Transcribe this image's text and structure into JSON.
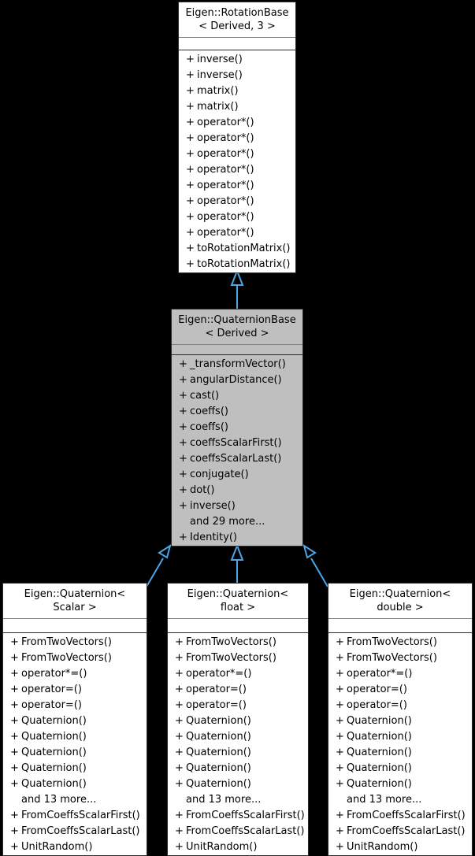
{
  "diagram": {
    "type": "uml-class-inheritance",
    "background_color": "#000000",
    "edge_color": "#4ba6e8",
    "shaded_fill": "#bfbfbf",
    "plain_fill": "#ffffff",
    "border_color": "#2b2b2b"
  },
  "classes": {
    "rotation_base": {
      "title": "Eigen::RotationBase\n< Derived, 3 >",
      "title_line1": "Eigen::RotationBase",
      "title_line2": "< Derived, 3 >",
      "highlighted": false,
      "attributes": [],
      "methods": [
        {
          "vis": "+",
          "name": "inverse()"
        },
        {
          "vis": "+",
          "name": "inverse()"
        },
        {
          "vis": "+",
          "name": "matrix()"
        },
        {
          "vis": "+",
          "name": "matrix()"
        },
        {
          "vis": "+",
          "name": "operator*()"
        },
        {
          "vis": "+",
          "name": "operator*()"
        },
        {
          "vis": "+",
          "name": "operator*()"
        },
        {
          "vis": "+",
          "name": "operator*()"
        },
        {
          "vis": "+",
          "name": "operator*()"
        },
        {
          "vis": "+",
          "name": "operator*()"
        },
        {
          "vis": "+",
          "name": "operator*()"
        },
        {
          "vis": "+",
          "name": "operator*()"
        },
        {
          "vis": "+",
          "name": "toRotationMatrix()"
        },
        {
          "vis": "+",
          "name": "toRotationMatrix()"
        }
      ]
    },
    "quaternion_base": {
      "title": "Eigen::QuaternionBase\n< Derived >",
      "title_line1": "Eigen::QuaternionBase",
      "title_line2": "< Derived >",
      "highlighted": true,
      "attributes": [],
      "methods": [
        {
          "vis": "+",
          "name": "_transformVector()"
        },
        {
          "vis": "+",
          "name": "angularDistance()"
        },
        {
          "vis": "+",
          "name": "cast()"
        },
        {
          "vis": "+",
          "name": "coeffs()"
        },
        {
          "vis": "+",
          "name": "coeffs()"
        },
        {
          "vis": "+",
          "name": "coeffsScalarFirst()"
        },
        {
          "vis": "+",
          "name": "coeffsScalarLast()"
        },
        {
          "vis": "+",
          "name": "conjugate()"
        },
        {
          "vis": "+",
          "name": "dot()"
        },
        {
          "vis": "+",
          "name": "inverse()"
        },
        {
          "vis": "",
          "name": "and 29 more..."
        },
        {
          "vis": "+",
          "name": "Identity()"
        }
      ]
    },
    "quaternion_scalar": {
      "title": "Eigen::Quaternion<\nScalar >",
      "title_line1": "Eigen::Quaternion<",
      "title_line2": "Scalar >",
      "highlighted": false,
      "attributes": [],
      "methods": [
        {
          "vis": "+",
          "name": "FromTwoVectors()"
        },
        {
          "vis": "+",
          "name": "FromTwoVectors()"
        },
        {
          "vis": "+",
          "name": "operator*=()"
        },
        {
          "vis": "+",
          "name": "operator=()"
        },
        {
          "vis": "+",
          "name": "operator=()"
        },
        {
          "vis": "+",
          "name": "Quaternion()"
        },
        {
          "vis": "+",
          "name": "Quaternion()"
        },
        {
          "vis": "+",
          "name": "Quaternion()"
        },
        {
          "vis": "+",
          "name": "Quaternion()"
        },
        {
          "vis": "+",
          "name": "Quaternion()"
        },
        {
          "vis": "",
          "name": "and 13 more..."
        },
        {
          "vis": "+",
          "name": "FromCoeffsScalarFirst()"
        },
        {
          "vis": "+",
          "name": "FromCoeffsScalarLast()"
        },
        {
          "vis": "+",
          "name": "UnitRandom()"
        }
      ]
    },
    "quaternion_float": {
      "title": "Eigen::Quaternion<\nfloat >",
      "title_line1": "Eigen::Quaternion<",
      "title_line2": "float >",
      "highlighted": false,
      "attributes": [],
      "methods": [
        {
          "vis": "+",
          "name": "FromTwoVectors()"
        },
        {
          "vis": "+",
          "name": "FromTwoVectors()"
        },
        {
          "vis": "+",
          "name": "operator*=()"
        },
        {
          "vis": "+",
          "name": "operator=()"
        },
        {
          "vis": "+",
          "name": "operator=()"
        },
        {
          "vis": "+",
          "name": "Quaternion()"
        },
        {
          "vis": "+",
          "name": "Quaternion()"
        },
        {
          "vis": "+",
          "name": "Quaternion()"
        },
        {
          "vis": "+",
          "name": "Quaternion()"
        },
        {
          "vis": "+",
          "name": "Quaternion()"
        },
        {
          "vis": "",
          "name": "and 13 more..."
        },
        {
          "vis": "+",
          "name": "FromCoeffsScalarFirst()"
        },
        {
          "vis": "+",
          "name": "FromCoeffsScalarLast()"
        },
        {
          "vis": "+",
          "name": "UnitRandom()"
        }
      ]
    },
    "quaternion_double": {
      "title": "Eigen::Quaternion<\ndouble >",
      "title_line1": "Eigen::Quaternion<",
      "title_line2": "double >",
      "highlighted": false,
      "attributes": [],
      "methods": [
        {
          "vis": "+",
          "name": "FromTwoVectors()"
        },
        {
          "vis": "+",
          "name": "FromTwoVectors()"
        },
        {
          "vis": "+",
          "name": "operator*=()"
        },
        {
          "vis": "+",
          "name": "operator=()"
        },
        {
          "vis": "+",
          "name": "operator=()"
        },
        {
          "vis": "+",
          "name": "Quaternion()"
        },
        {
          "vis": "+",
          "name": "Quaternion()"
        },
        {
          "vis": "+",
          "name": "Quaternion()"
        },
        {
          "vis": "+",
          "name": "Quaternion()"
        },
        {
          "vis": "+",
          "name": "Quaternion()"
        },
        {
          "vis": "",
          "name": "and 13 more..."
        },
        {
          "vis": "+",
          "name": "FromCoeffsScalarFirst()"
        },
        {
          "vis": "+",
          "name": "FromCoeffsScalarLast()"
        },
        {
          "vis": "+",
          "name": "UnitRandom()"
        }
      ]
    }
  },
  "edges": [
    {
      "from": "quaternion_base",
      "to": "rotation_base",
      "kind": "inheritance"
    },
    {
      "from": "quaternion_scalar",
      "to": "quaternion_base",
      "kind": "inheritance"
    },
    {
      "from": "quaternion_float",
      "to": "quaternion_base",
      "kind": "inheritance"
    },
    {
      "from": "quaternion_double",
      "to": "quaternion_base",
      "kind": "inheritance"
    }
  ]
}
